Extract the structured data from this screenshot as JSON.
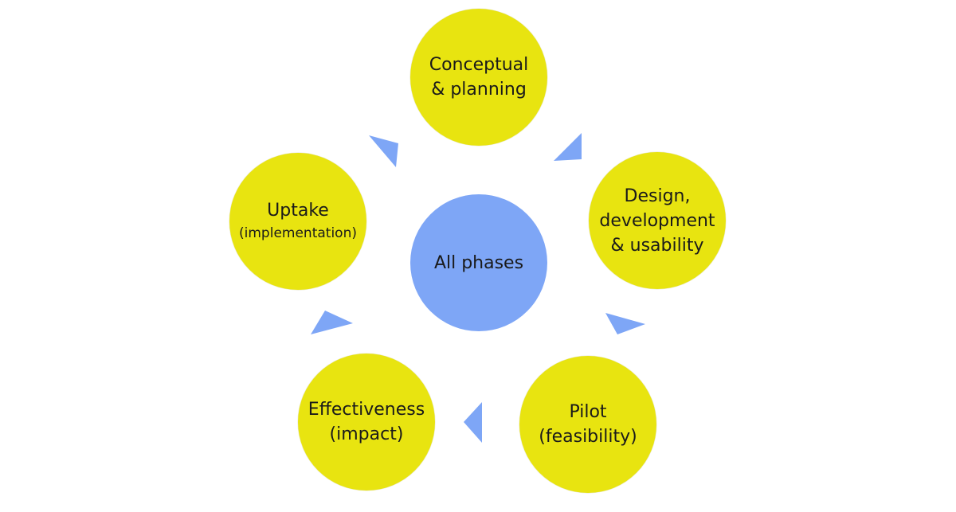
{
  "colors": {
    "phase_fill": "#e8e410",
    "center_fill": "#7ea6f6",
    "arrow_fill": "#7ea6f6"
  },
  "center": {
    "label": "All phases"
  },
  "phases": [
    {
      "id": "conceptual",
      "lines": [
        "Conceptual",
        "& planning"
      ]
    },
    {
      "id": "design",
      "lines": [
        "Design,",
        "development",
        "& usability"
      ]
    },
    {
      "id": "pilot",
      "lines": [
        "Pilot",
        "(feasibility)"
      ]
    },
    {
      "id": "effectiveness",
      "lines": [
        "Effectiveness",
        "(impact)"
      ]
    },
    {
      "id": "uptake",
      "lines": [
        "Uptake",
        "(implementation)"
      ]
    }
  ]
}
